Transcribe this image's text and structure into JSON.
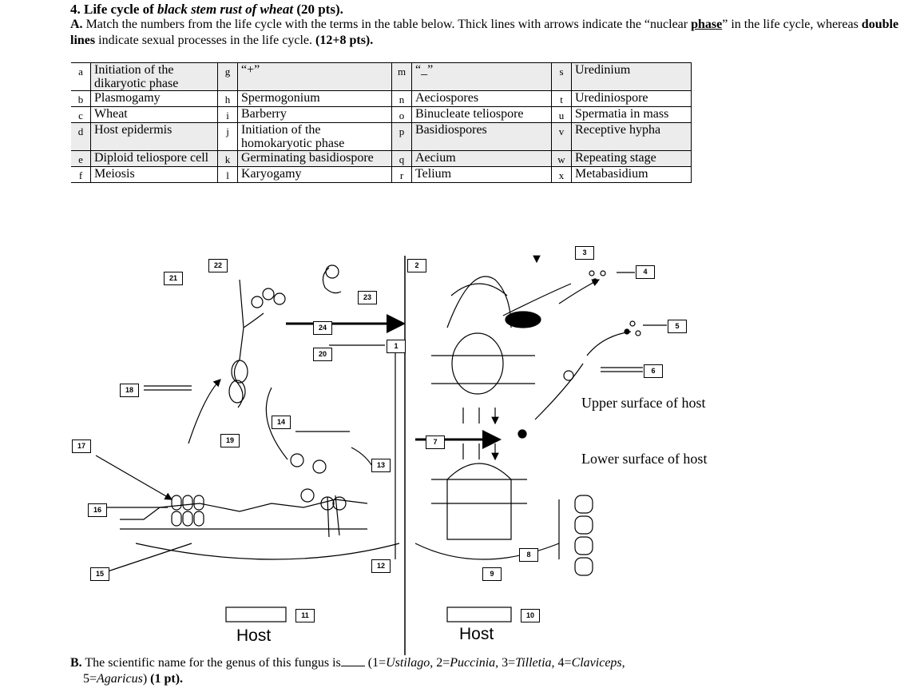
{
  "question": {
    "number": "4.",
    "title_pre": "Life cycle of ",
    "title_species": "black stem rust of wheat",
    "title_post": " (20 pts).",
    "part_a_label": "A.",
    "part_a_text1": "Match the numbers from the life cycle with the terms in the table below. Thick lines with arrows indicate the “nuclear ",
    "part_a_phase": "phase",
    "part_a_text2": "” in the life cycle, whereas ",
    "part_a_double": "double lines",
    "part_a_text3": " indicate sexual processes in the life cycle. ",
    "part_a_points": "(12+8 pts)."
  },
  "terms": [
    [
      {
        "letter": "a",
        "term": "Initiation of the dikaryotic phase"
      },
      {
        "letter": "g",
        "term": "“+”"
      },
      {
        "letter": "m",
        "term": "“_”"
      },
      {
        "letter": "s",
        "term": "Uredinium"
      }
    ],
    [
      {
        "letter": "b",
        "term": "Plasmogamy"
      },
      {
        "letter": "h",
        "term": "Spermogonium"
      },
      {
        "letter": "n",
        "term": "Aeciospores"
      },
      {
        "letter": "t",
        "term": "Urediniospore"
      }
    ],
    [
      {
        "letter": "c",
        "term": "Wheat"
      },
      {
        "letter": "i",
        "term": "Barberry"
      },
      {
        "letter": "o",
        "term": "Binucleate teliospore"
      },
      {
        "letter": "u",
        "term": "Spermatia in mass"
      }
    ],
    [
      {
        "letter": "d",
        "term": "Host epidermis"
      },
      {
        "letter": "j",
        "term": "Initiation of the homokaryotic phase"
      },
      {
        "letter": "p",
        "term": "Basidiospores"
      },
      {
        "letter": "v",
        "term": "Receptive hypha"
      }
    ],
    [
      {
        "letter": "e",
        "term": "Diploid teliospore cell"
      },
      {
        "letter": "k",
        "term": "Germinating basidiospore"
      },
      {
        "letter": "q",
        "term": "Aecium"
      },
      {
        "letter": "w",
        "term": "Repeating stage"
      }
    ],
    [
      {
        "letter": "f",
        "term": "Meiosis"
      },
      {
        "letter": "l",
        "term": "Karyogamy"
      },
      {
        "letter": "r",
        "term": "Telium"
      },
      {
        "letter": "x",
        "term": "Metabasidium"
      }
    ]
  ],
  "diagram": {
    "numbers": [
      "1",
      "2",
      "3",
      "4",
      "5",
      "6",
      "7",
      "8",
      "9",
      "10",
      "11",
      "12",
      "13",
      "14",
      "15",
      "16",
      "17",
      "18",
      "19",
      "20",
      "21",
      "22",
      "23",
      "24"
    ],
    "host_left": "Host",
    "host_right": "Host",
    "upper_surface": "Upper surface of host",
    "lower_surface": "Lower surface of host"
  },
  "part_b": {
    "label": "B.",
    "text": "The scientific name for the genus of this fungus is",
    "options_pre": "(1=",
    "opt1": "Ustilago",
    "sep2": ", 2=",
    "opt2": "Puccinia",
    "sep3": ", 3=",
    "opt3": "Tilletia",
    "sep4": ", 4=",
    "opt4": "Claviceps",
    "sep5": ",",
    "line2_pre": "5=",
    "opt5": "Agaricus",
    "line2_post": ")",
    "points": "(1 pt)."
  },
  "colors": {
    "cell_shade": "#ececec",
    "ink": "#000000"
  }
}
